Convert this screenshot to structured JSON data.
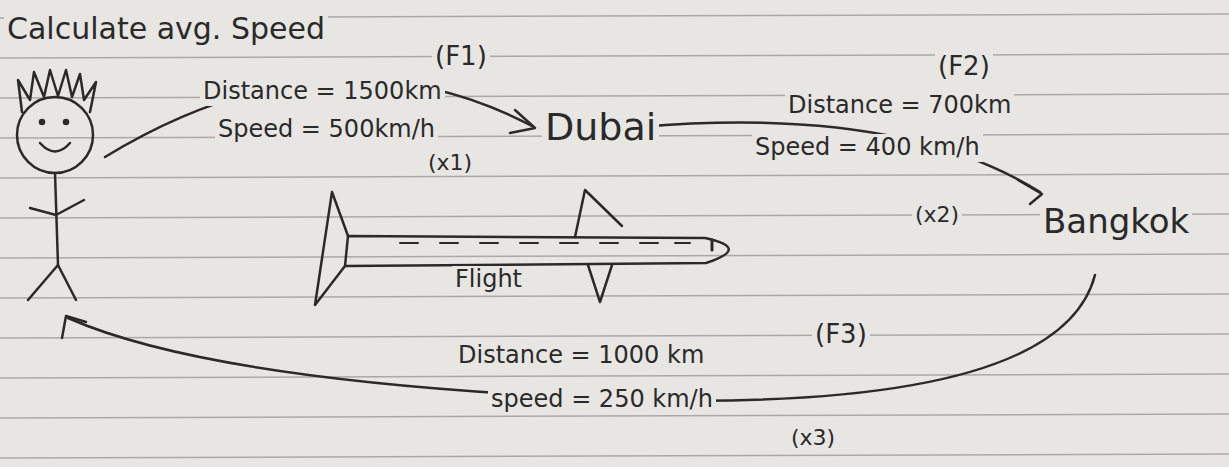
{
  "diagram": {
    "title": "Calculate avg. Speed",
    "labels": [
      "(F1)",
      "(F2)",
      "Distance = 1500km",
      "Speed = 500km/h",
      "(x1)",
      "Dubai",
      "Distance = 700km",
      "Speed = 400 km/h",
      "(x2)",
      "Bangkok",
      "Flight",
      "(F3)",
      "Distance = 1000 km",
      "speed = 250 km/h",
      "(x3)"
    ]
  }
}
